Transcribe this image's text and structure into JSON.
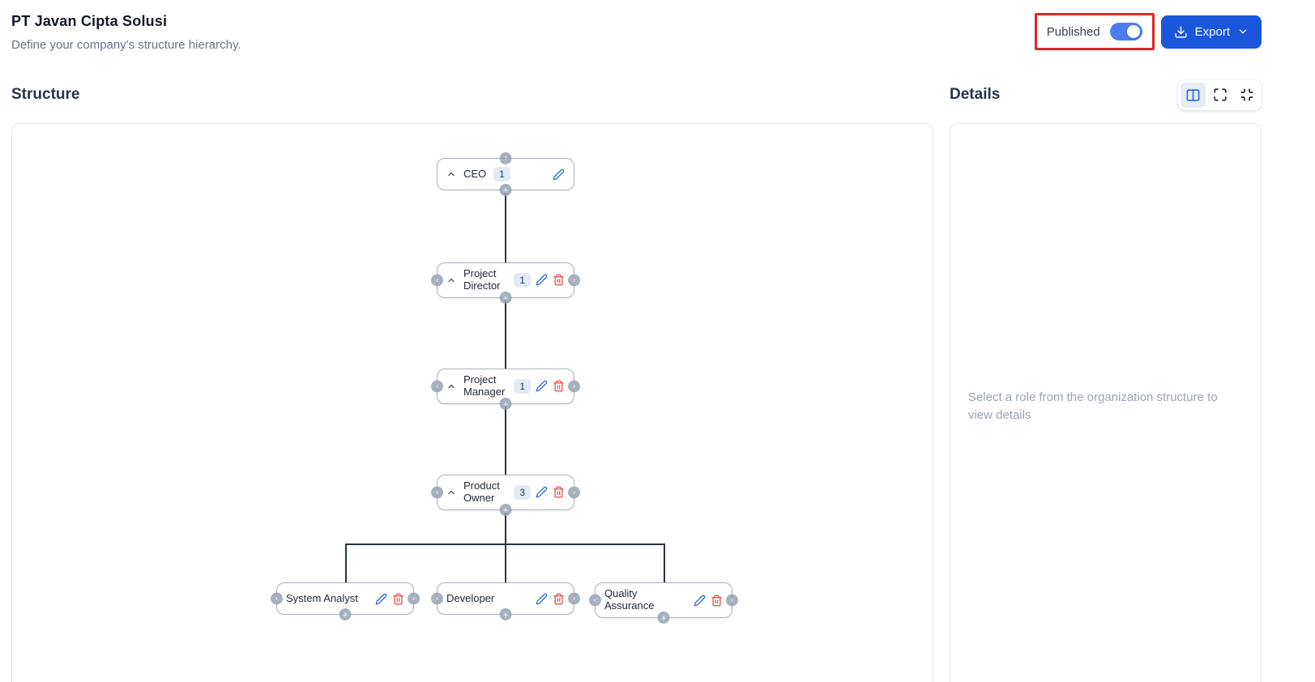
{
  "header": {
    "title": "PT Javan Cipta Solusi",
    "subtitle": "Define your company's structure hierarchy.",
    "published": {
      "label": "Published",
      "state": "on"
    },
    "export": {
      "label": "Export"
    }
  },
  "structure": {
    "heading": "Structure",
    "nodes": [
      {
        "label": "CEO",
        "count": "1"
      },
      {
        "label": "Project Director",
        "count": "1"
      },
      {
        "label": "Project Manager",
        "count": "1"
      },
      {
        "label": "Product Owner",
        "count": "3"
      },
      {
        "label": "System Analyst"
      },
      {
        "label": "Developer"
      },
      {
        "label": "Quality Assurance"
      }
    ]
  },
  "details": {
    "heading": "Details",
    "placeholder": "Select a role from the organization structure to view details"
  },
  "icons": {
    "toolbar": [
      "split-view",
      "maximize",
      "minimize"
    ],
    "export_button": [
      "download",
      "chevron-down"
    ],
    "node": [
      "collapse-chevron",
      "edit-pencil",
      "delete-trash",
      "add-plus",
      "handle-chevron-left",
      "handle-chevron-right",
      "handle-arrow-up"
    ]
  },
  "colors": {
    "export_blue": "#1a56db",
    "toggle_blue": "#4c7df0",
    "highlight_red": "#e02424",
    "edit_blue": "#2563eb",
    "delete_red": "#ef4444",
    "connector": "#2a3340"
  }
}
